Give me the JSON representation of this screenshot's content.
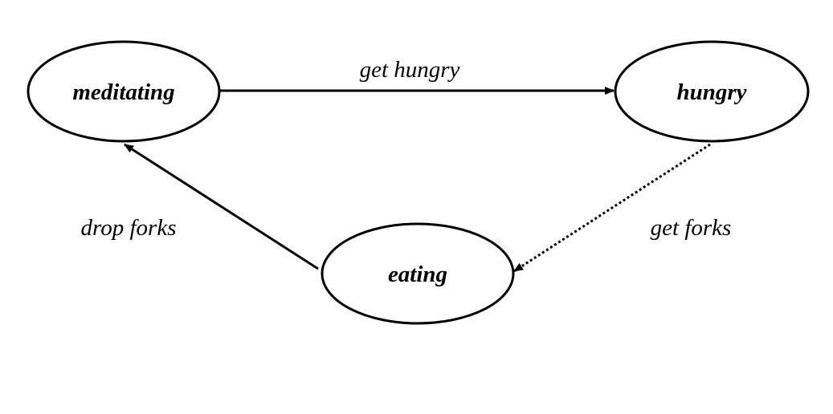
{
  "states": {
    "meditating": "meditating",
    "hungry": "hungry",
    "eating": "eating"
  },
  "transitions": {
    "get_hungry": "get hungry",
    "get_forks": "get forks",
    "drop_forks": "drop forks"
  },
  "edge_styles": {
    "get_hungry": "solid",
    "get_forks": "dotted",
    "drop_forks": "solid"
  },
  "colors": {
    "stroke": "#000000",
    "background": "#ffffff"
  }
}
